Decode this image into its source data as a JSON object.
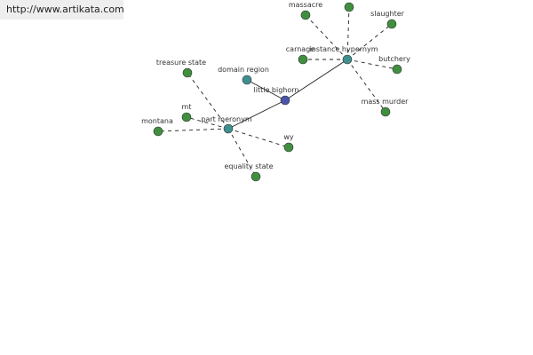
{
  "site_url": "http://www.artikata.com",
  "colors": {
    "edge": "#222222",
    "leaf_node": "#3f8f3f",
    "hub_node": "#3f8f8f",
    "center_node": "#4a55a8",
    "node_stroke": "#333333"
  },
  "graph": {
    "nodes": [
      {
        "id": "little-bighorn",
        "label": "little bighorn",
        "kind": "center"
      },
      {
        "id": "domain-region",
        "label": "domain region",
        "kind": "hub"
      },
      {
        "id": "part-meronym",
        "label": "part meronym",
        "kind": "hub"
      },
      {
        "id": "instance-hypernym",
        "label": "instance hypernym",
        "kind": "hub"
      },
      {
        "id": "treasure-state",
        "label": "treasure state",
        "kind": "leaf"
      },
      {
        "id": "mt",
        "label": "mt",
        "kind": "leaf"
      },
      {
        "id": "montana",
        "label": "montana",
        "kind": "leaf"
      },
      {
        "id": "wy",
        "label": "wy",
        "kind": "leaf"
      },
      {
        "id": "equality-state",
        "label": "equality state",
        "kind": "leaf"
      },
      {
        "id": "massacre",
        "label": "massacre",
        "kind": "leaf"
      },
      {
        "id": "unlabeled-top",
        "label": "",
        "kind": "leaf"
      },
      {
        "id": "slaughter",
        "label": "slaughter",
        "kind": "leaf"
      },
      {
        "id": "carnage",
        "label": "carnage",
        "kind": "leaf"
      },
      {
        "id": "butchery",
        "label": "butchery",
        "kind": "leaf"
      },
      {
        "id": "mass-murder",
        "label": "mass murder",
        "kind": "leaf"
      }
    ],
    "edges": [
      {
        "from": "little-bighorn",
        "to": "domain-region",
        "style": "solid"
      },
      {
        "from": "little-bighorn",
        "to": "part-meronym",
        "style": "solid"
      },
      {
        "from": "little-bighorn",
        "to": "instance-hypernym",
        "style": "solid"
      },
      {
        "from": "part-meronym",
        "to": "treasure-state",
        "style": "dashed"
      },
      {
        "from": "part-meronym",
        "to": "mt",
        "style": "dashed"
      },
      {
        "from": "part-meronym",
        "to": "montana",
        "style": "dashed"
      },
      {
        "from": "part-meronym",
        "to": "wy",
        "style": "dashed"
      },
      {
        "from": "part-meronym",
        "to": "equality-state",
        "style": "dashed"
      },
      {
        "from": "instance-hypernym",
        "to": "massacre",
        "style": "dashed"
      },
      {
        "from": "instance-hypernym",
        "to": "unlabeled-top",
        "style": "dashed"
      },
      {
        "from": "instance-hypernym",
        "to": "slaughter",
        "style": "dashed"
      },
      {
        "from": "instance-hypernym",
        "to": "carnage",
        "style": "dashed"
      },
      {
        "from": "instance-hypernym",
        "to": "butchery",
        "style": "dashed"
      },
      {
        "from": "instance-hypernym",
        "to": "mass-murder",
        "style": "dashed"
      }
    ]
  }
}
